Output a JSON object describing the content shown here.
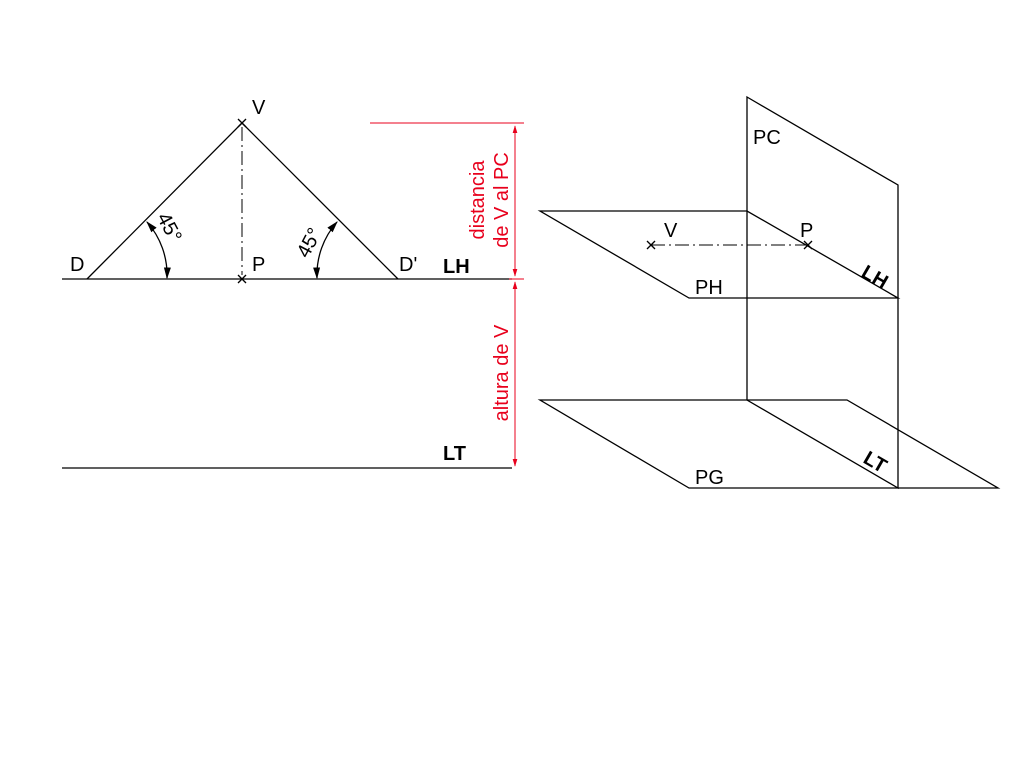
{
  "colors": {
    "lines": "#000000",
    "dimensions": "#e8001c",
    "background": "#ffffff"
  },
  "left_view": {
    "vertex_label": "V",
    "point_label": "P",
    "distance_point_left": "D",
    "distance_point_right": "D'",
    "angle_left": "45°",
    "angle_right": "45°",
    "horizon_line_label": "LH",
    "ground_line_label": "LT"
  },
  "dimensions": {
    "distance_line1": "distancia",
    "distance_line2": "de V al PC",
    "height": "altura de V"
  },
  "right_view": {
    "picture_plane_label": "PC",
    "vertex_label": "V",
    "point_label": "P",
    "horizon_plane_label": "PH",
    "horizon_line_label": "LH",
    "ground_plane_label": "PG",
    "ground_line_label": "LT"
  }
}
